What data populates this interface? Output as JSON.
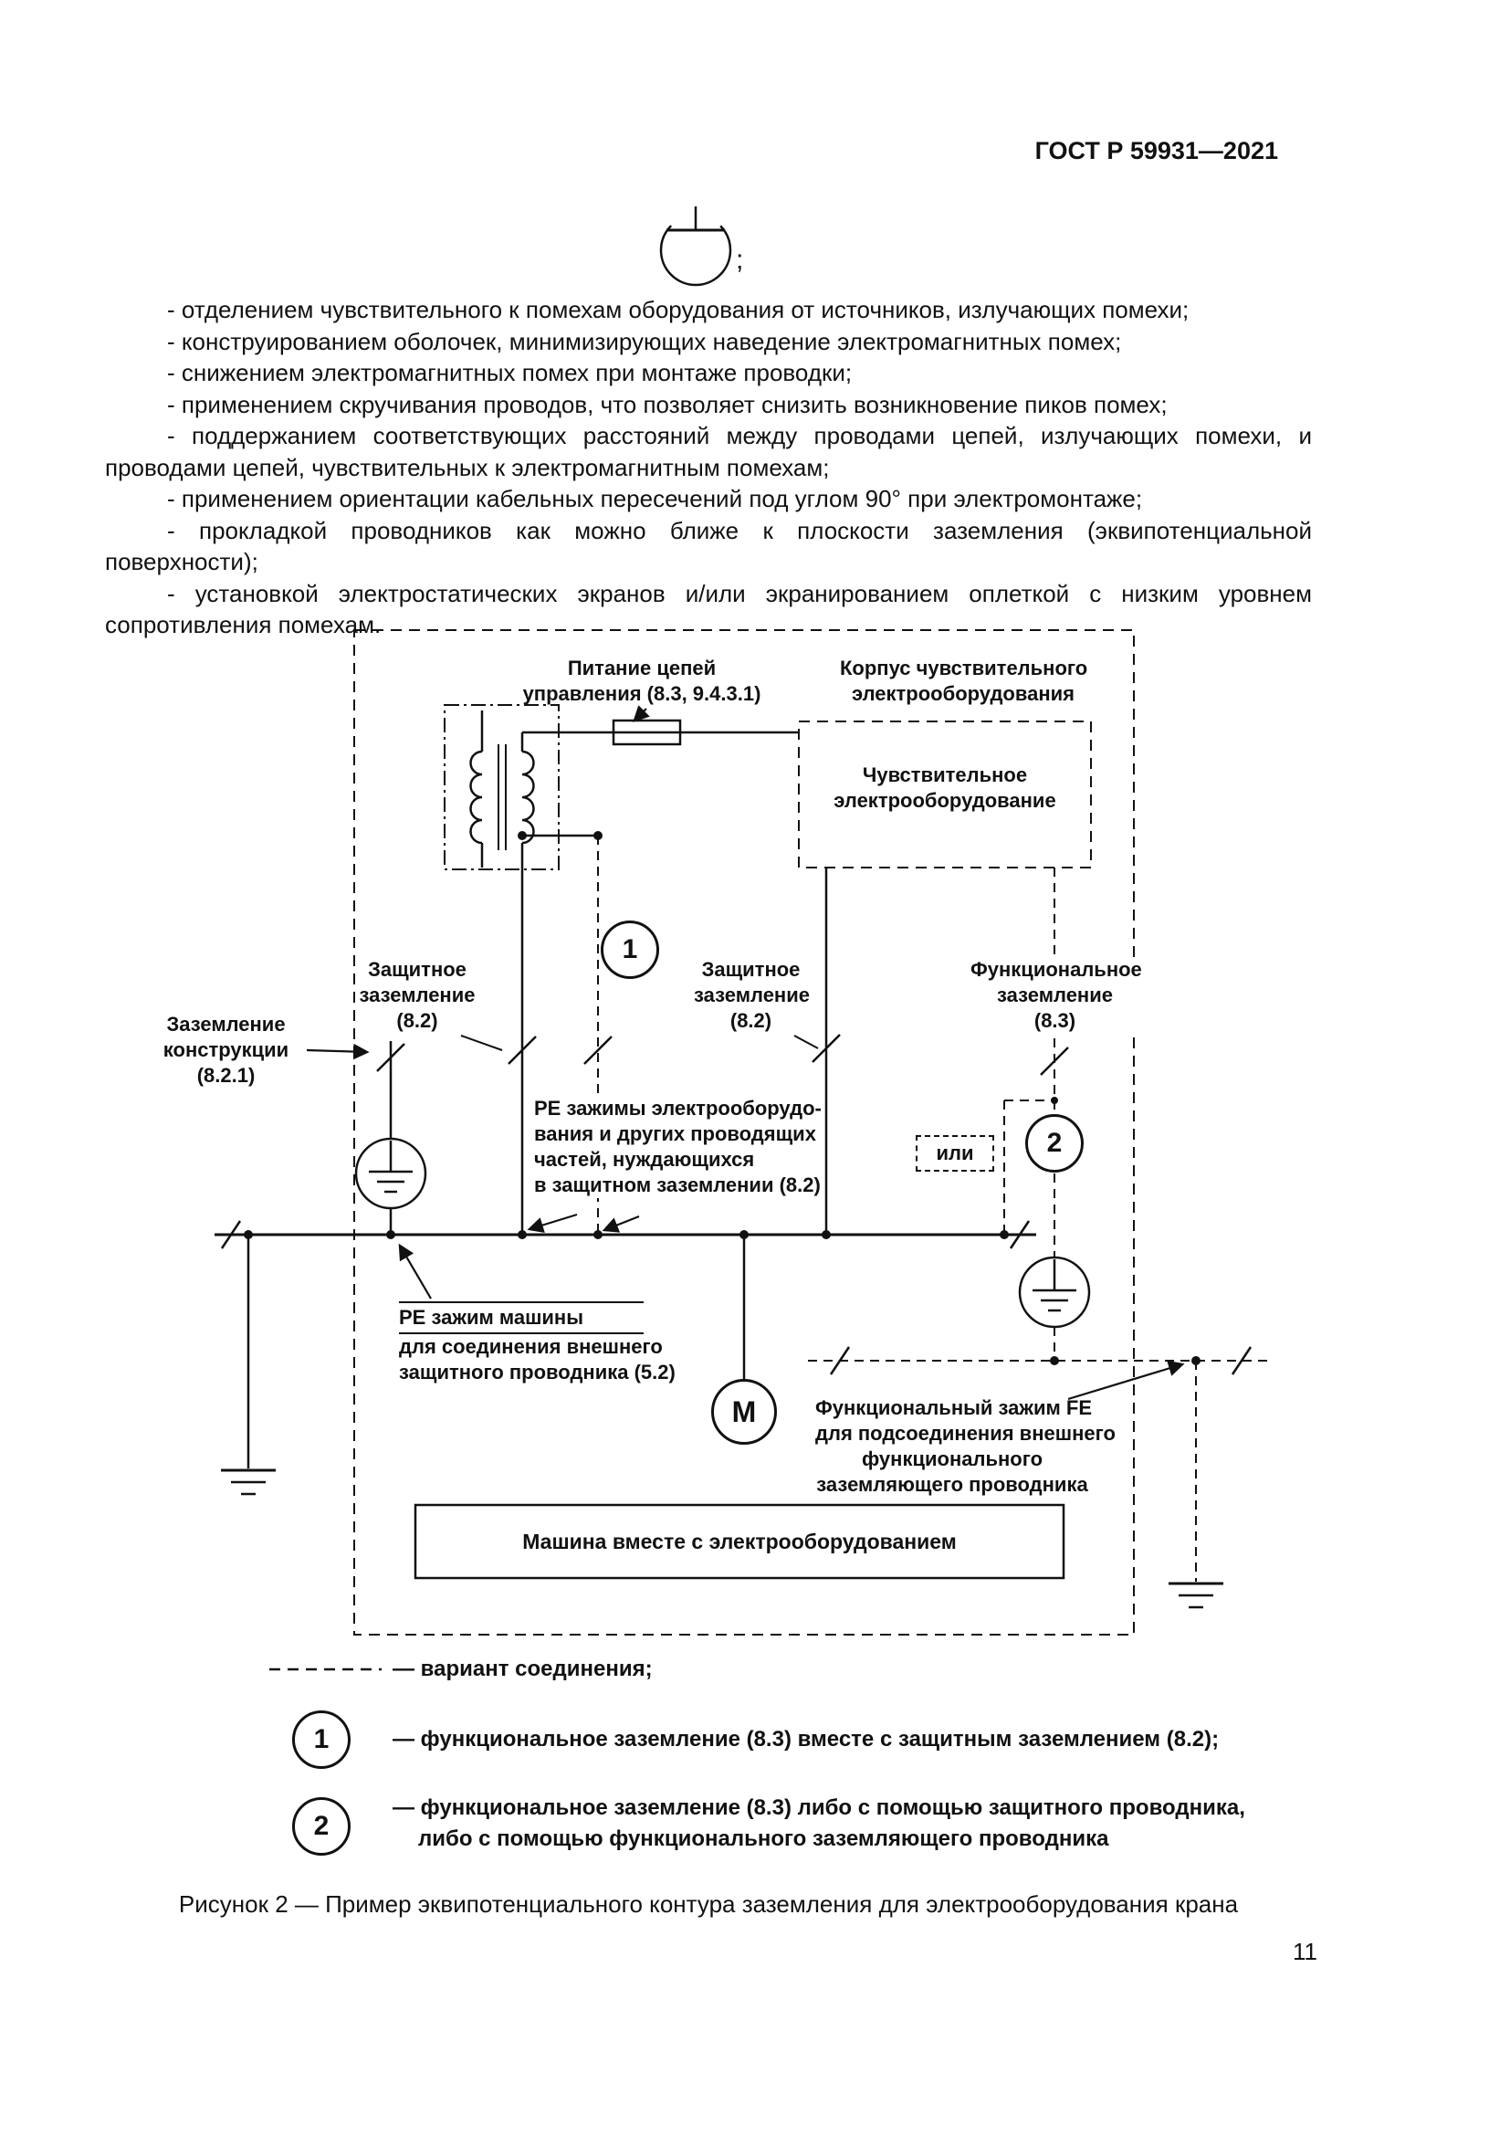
{
  "header": {
    "title": "ГОСТ Р 59931—2021"
  },
  "top_symbol": {
    "suffix": ";"
  },
  "paragraphs": [
    "- отделением чувствительного к помехам оборудования от источников, излучающих помехи;",
    "- конструированием оболочек, минимизирующих наведение электромагнитных помех;",
    "- снижением электромагнитных помех при монтаже проводки;",
    "- применением скручивания проводов, что позволяет снизить возникновение пиков помех;",
    "- поддержанием соответствующих расстояний между проводами цепей, излучающих помехи, и проводами цепей, чувствительных к электромагнитным помехам;",
    "- применением ориентации кабельных пересечений под углом 90° при электромонтаже;",
    "- прокладкой проводников как можно ближе к плоскости заземления (эквипотенциальной поверхности);",
    "- установкой электростатических экранов и/или экранированием оплеткой с низким уровнем сопротивления помехам."
  ],
  "diagram": {
    "supply": [
      "Питание цепей",
      "управления (8.3, 9.4.3.1)"
    ],
    "enclosure": [
      "Корпус чувствительного",
      "электрооборудования"
    ],
    "sensitive": [
      "Чувствительное",
      "электрооборудование"
    ],
    "pe_left": [
      "Защитное",
      "заземление",
      "(8.2)"
    ],
    "pe_mid": [
      "Защитное",
      "заземление",
      "(8.2)"
    ],
    "fe": [
      "Функциональное",
      "заземление",
      "(8.3)"
    ],
    "structure": [
      "Заземление",
      "конструкции",
      "(8.2.1)"
    ],
    "pe_terminals": [
      "PE зажимы электрооборудо-",
      "вания и других проводящих",
      "частей, нуждающихся",
      "в защитном заземлении (8.2)"
    ],
    "or_label": "или",
    "machine_pe": [
      "PE зажим машины",
      "для соединения внешнего",
      "защитного проводника (5.2)"
    ],
    "fe_terminal": [
      "Функциональный зажим FE",
      "для подсоединения внешнего",
      "функционального",
      "заземляющего проводника"
    ],
    "machine_box": "Машина вместе с электрооборудованием",
    "motor": "M",
    "note1": "1",
    "note2": "2"
  },
  "legend": {
    "variant": "— вариант соединения;",
    "note1_text": "— функциональное заземление (8.3) вместе с защитным заземлением (8.2);",
    "note2_text": [
      "— функциональное заземление (8.3) либо с помощью защитного проводника,",
      "либо с помощью функционального заземляющего проводника"
    ]
  },
  "caption": "Рисунок 2 — Пример эквипотенциального контура заземления для электрооборудования крана",
  "footer": {
    "page_number": "11"
  }
}
